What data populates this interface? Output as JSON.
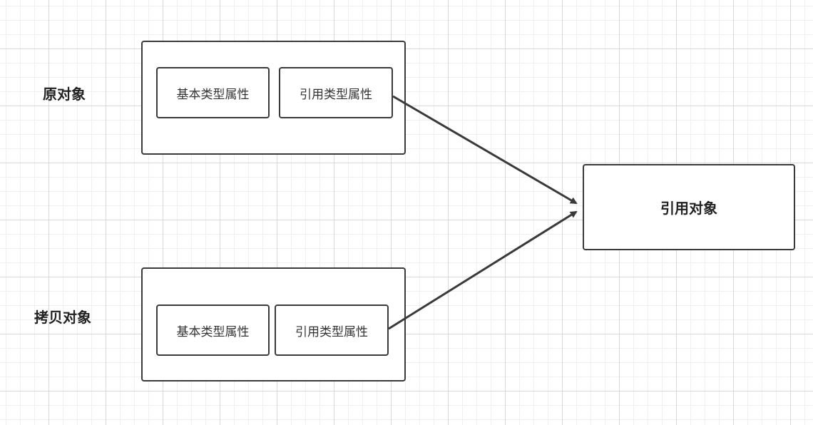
{
  "original": {
    "label": "原对象",
    "fields": [
      "基本类型属性",
      "引用类型属性"
    ]
  },
  "copy": {
    "label": "拷贝对象",
    "fields": [
      "基本类型属性",
      "引用类型属性"
    ]
  },
  "reference": {
    "label": "引用对象"
  },
  "colors": {
    "stroke": "#3a3a3a",
    "text": "#222222",
    "grid_major": "#d9d9d9",
    "grid_minor": "#f0f0f0",
    "background": "#ffffff"
  }
}
